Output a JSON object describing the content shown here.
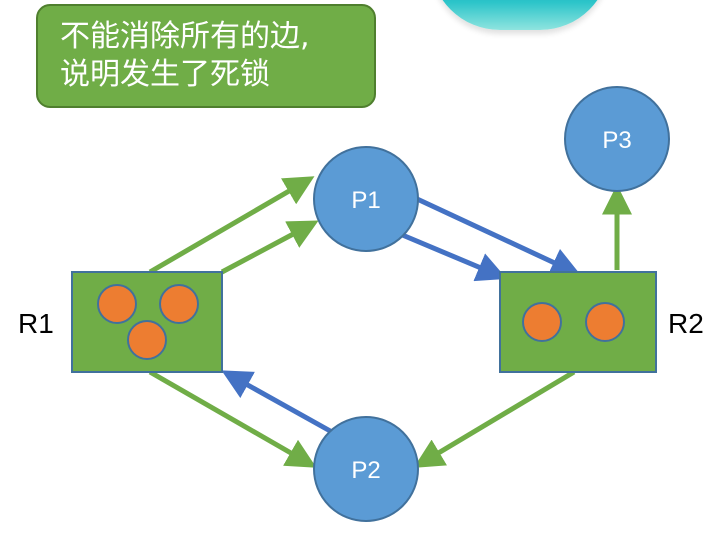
{
  "callout": {
    "line1": "不能消除所有的边,",
    "line2": "说明发生了死锁"
  },
  "processes": {
    "p1": "P1",
    "p2": "P2",
    "p3": "P3"
  },
  "resources": {
    "r1": "R1",
    "r2": "R2"
  },
  "colors": {
    "process_fill": "#5b9bd5",
    "process_stroke": "#41719c",
    "resource_fill": "#70ad47",
    "resource_stroke": "#41719c",
    "instance_fill": "#ed7d31",
    "request_edge": "#4472c4",
    "assign_edge": "#70ad47",
    "callout_fill": "#70ad47"
  },
  "resource_instances": {
    "r1": 3,
    "r2": 2
  }
}
